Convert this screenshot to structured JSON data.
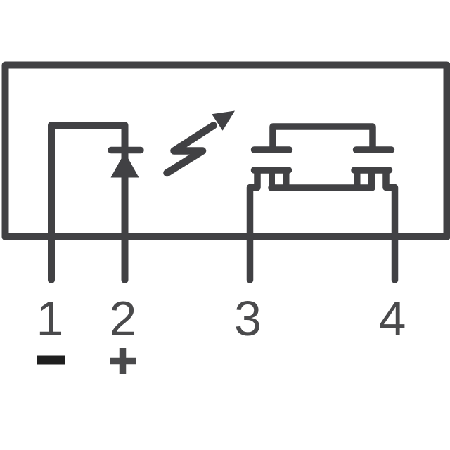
{
  "schematic": {
    "title": "photorelay-internal-circuit-schematic",
    "colors": {
      "ink": "#414144",
      "pin_label": "#4a4a4c",
      "minus_mark": "#1f1f1f",
      "background": "#ffffff"
    },
    "pins": [
      {
        "number": "1",
        "polarity": "−"
      },
      {
        "number": "2",
        "polarity": "+"
      },
      {
        "number": "3",
        "polarity": ""
      },
      {
        "number": "4",
        "polarity": ""
      }
    ],
    "symbols": {
      "input": "led-diode-symbol",
      "coupling": "light-emission-arrow",
      "output": "dual-mosfet-back-to-back"
    }
  }
}
